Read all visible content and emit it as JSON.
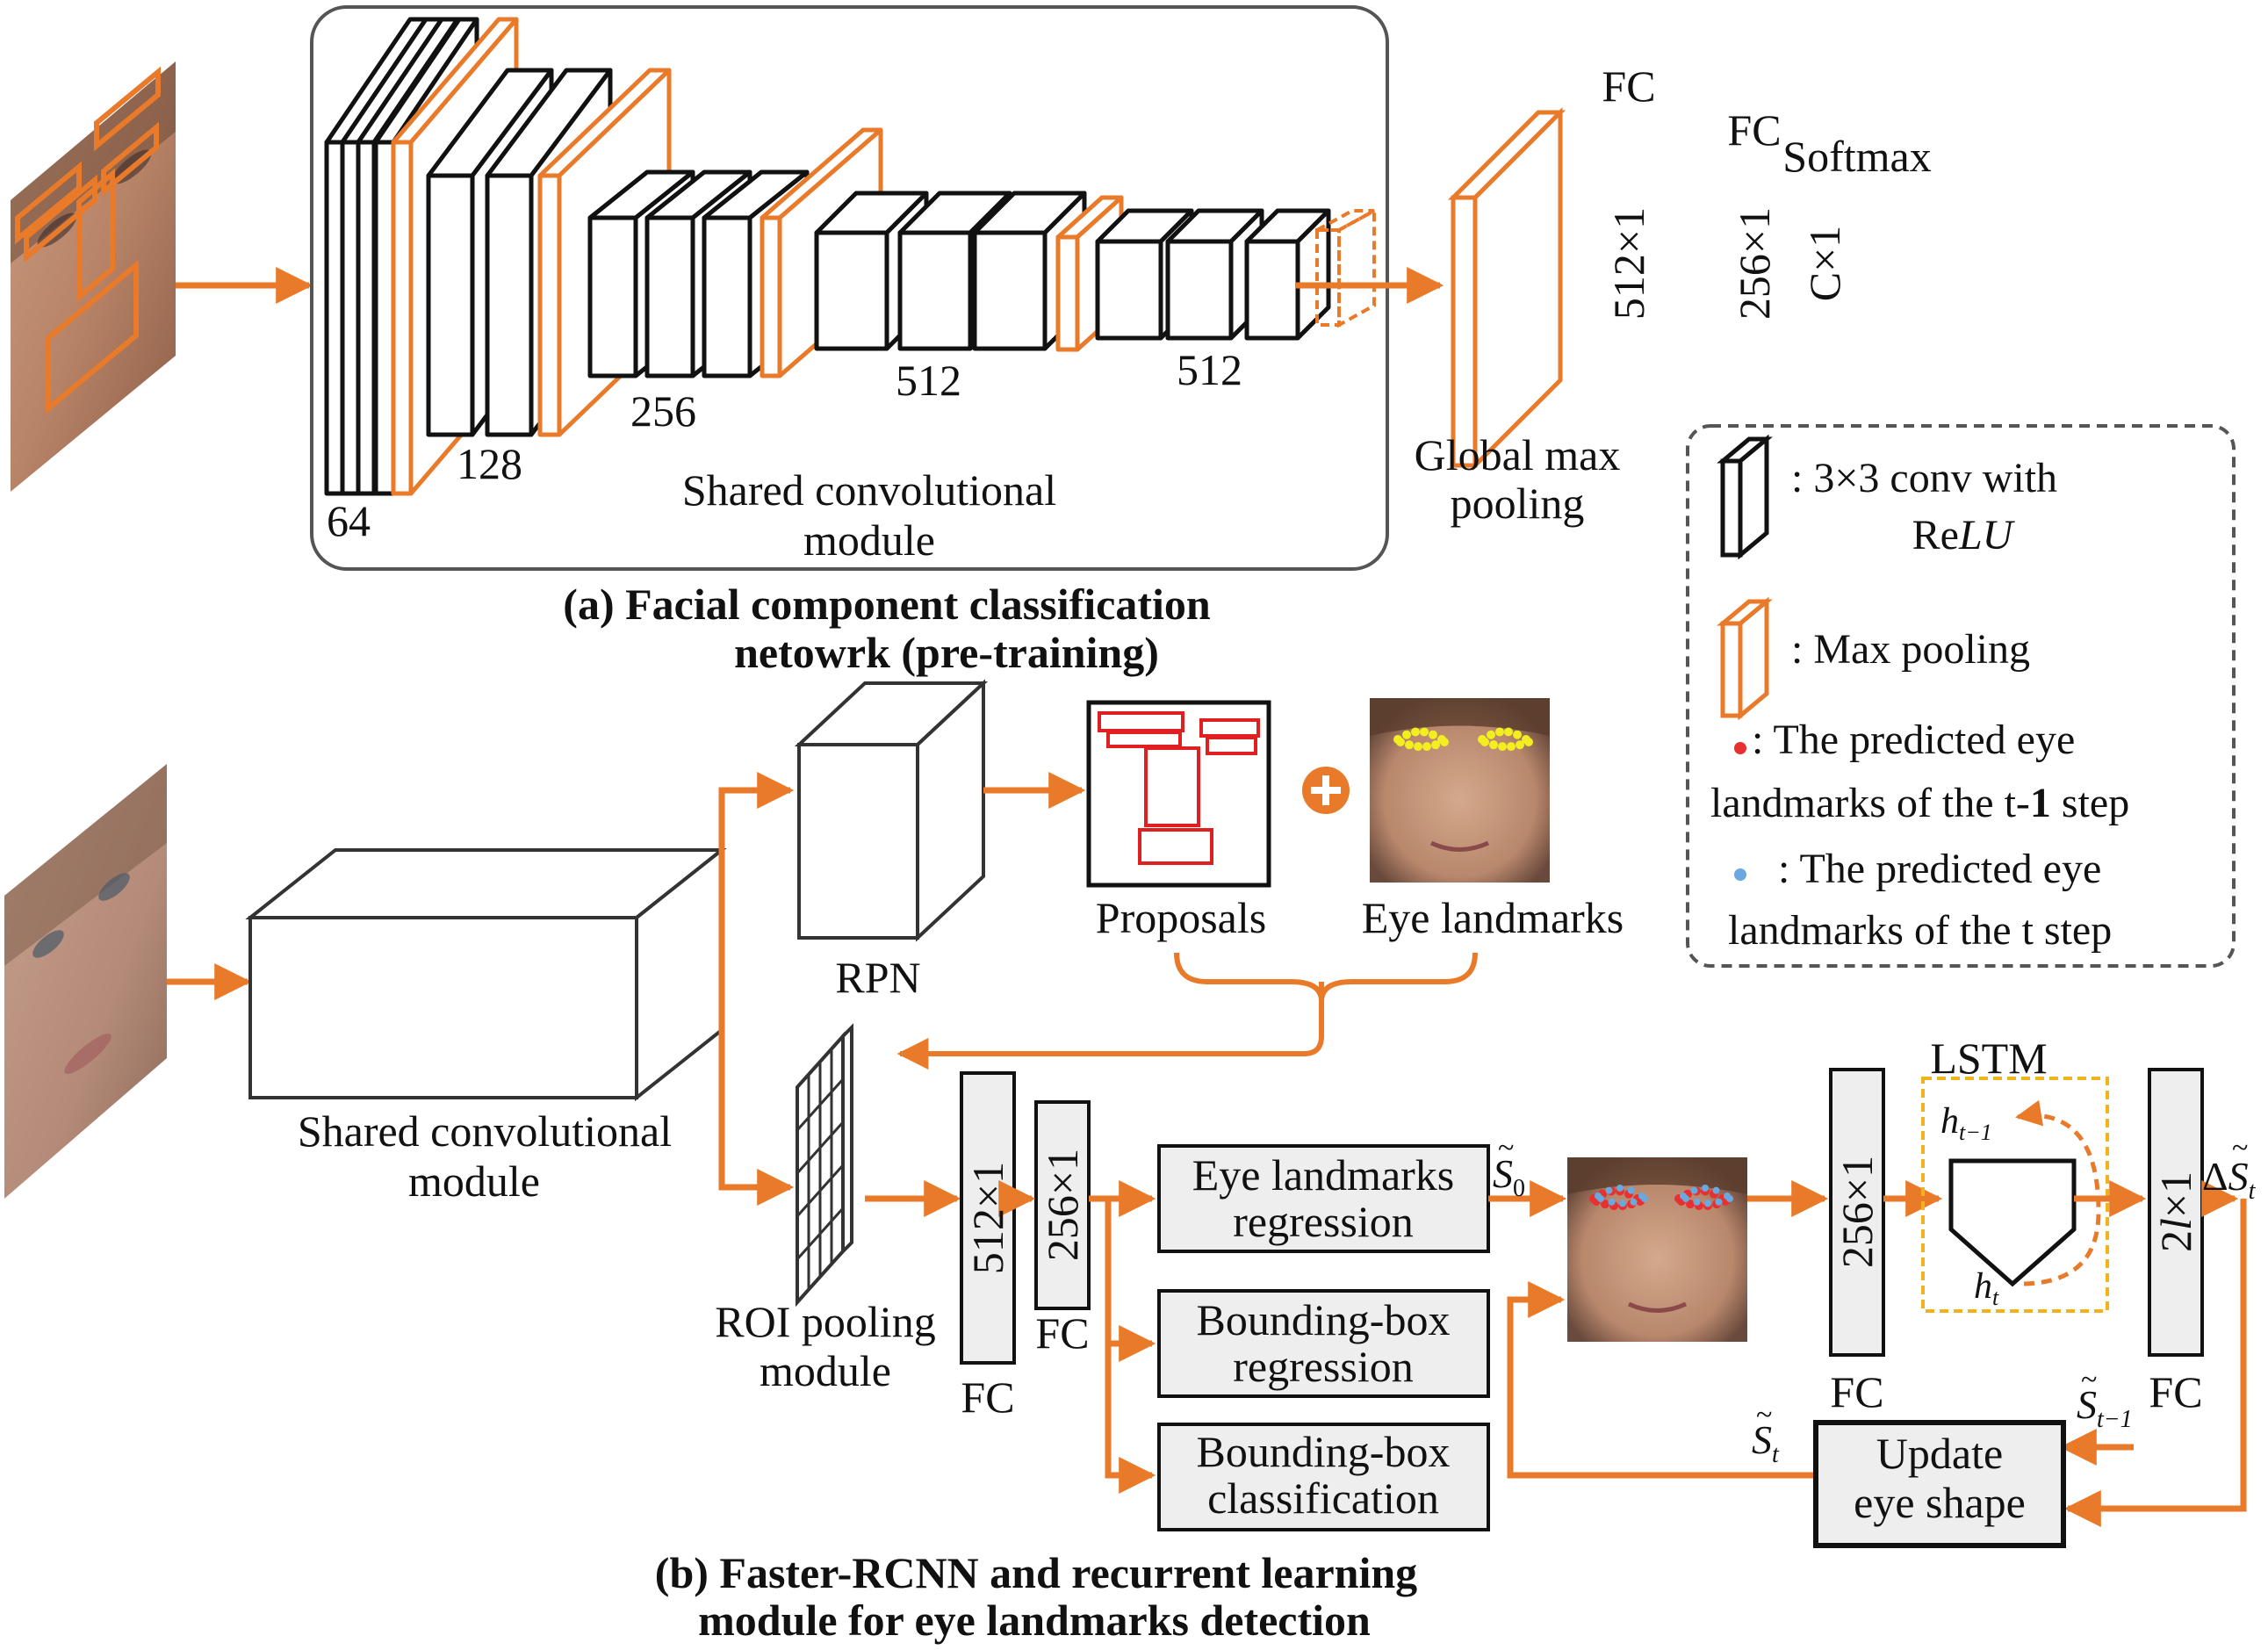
{
  "colors": {
    "accent": "#e87a2a",
    "line": "#111111",
    "box_fill": "#eeeeee",
    "proposal_red": "#e02020",
    "landmark_yellow": "#f2ee20",
    "landmark_red": "#e83030",
    "landmark_blue": "#6aa8e0",
    "lstm_border": "#f2b21e",
    "legend_border": "#555555"
  },
  "part_a": {
    "module_label_line1": "Shared convolutional",
    "module_label_line2": "module",
    "channels": [
      "64",
      "128",
      "256",
      "512",
      "512"
    ],
    "global_pool_line1": "Global max",
    "global_pool_line2": "pooling",
    "fc_label": "FC",
    "fc1_dim": "512×1",
    "fc2_dim": "256×1",
    "softmax_label": "Softmax",
    "softmax_dim": "C×1",
    "caption_line1": "(a)  Facial component classification",
    "caption_line2": "netowrk (pre-training)"
  },
  "legend": {
    "conv_line1": ": 3×3 conv with",
    "conv_line2_prefix": "Re",
    "conv_line2_italic": "LU",
    "maxpool": ": Max pooling",
    "prev_line1": ": The predicted eye",
    "prev_line2_prefix": "landmarks of the t-",
    "prev_line2_bold": "1",
    "prev_line2_suffix": " step",
    "curr_line1": ": The predicted eye",
    "curr_line2": "landmarks of the t step"
  },
  "part_b": {
    "module_label_line1": "Shared convolutional",
    "module_label_line2": "module",
    "rpn": "RPN",
    "proposals": "Proposals",
    "eye_landmarks": "Eye landmarks",
    "roi_line1": "ROI pooling",
    "roi_line2": "module",
    "fc_label": "FC",
    "fc1_dim": "512×1",
    "fc2_dim": "256×1",
    "head1_line1": "Eye landmarks",
    "head1_line2": "regression",
    "head2_line1": "Bounding-box",
    "head2_line2": "regression",
    "head3_line1": "Bounding-box",
    "head3_line2": "classification",
    "s0_base": "S",
    "s0_sub": "0",
    "fc3_dim": "256×1",
    "lstm": "LSTM",
    "h_prev_base": "h",
    "h_prev_sub": "t−1",
    "h_t_base": "h",
    "h_t_sub": "t",
    "fc4_dim_prefix": "2",
    "fc4_dim_italic": "l",
    "fc4_dim_suffix": "×1",
    "delta_prefix": "Δ",
    "delta_base": "S",
    "delta_sub": "t",
    "st_base": "S",
    "st_sub": "t",
    "stm1_base": "S",
    "stm1_sub": "t−1",
    "update_line1": "Update",
    "update_line2": "eye shape",
    "caption_line1": "(b)  Faster-RCNN and recurrent learning",
    "caption_line2": "module for eye landmarks detection"
  }
}
